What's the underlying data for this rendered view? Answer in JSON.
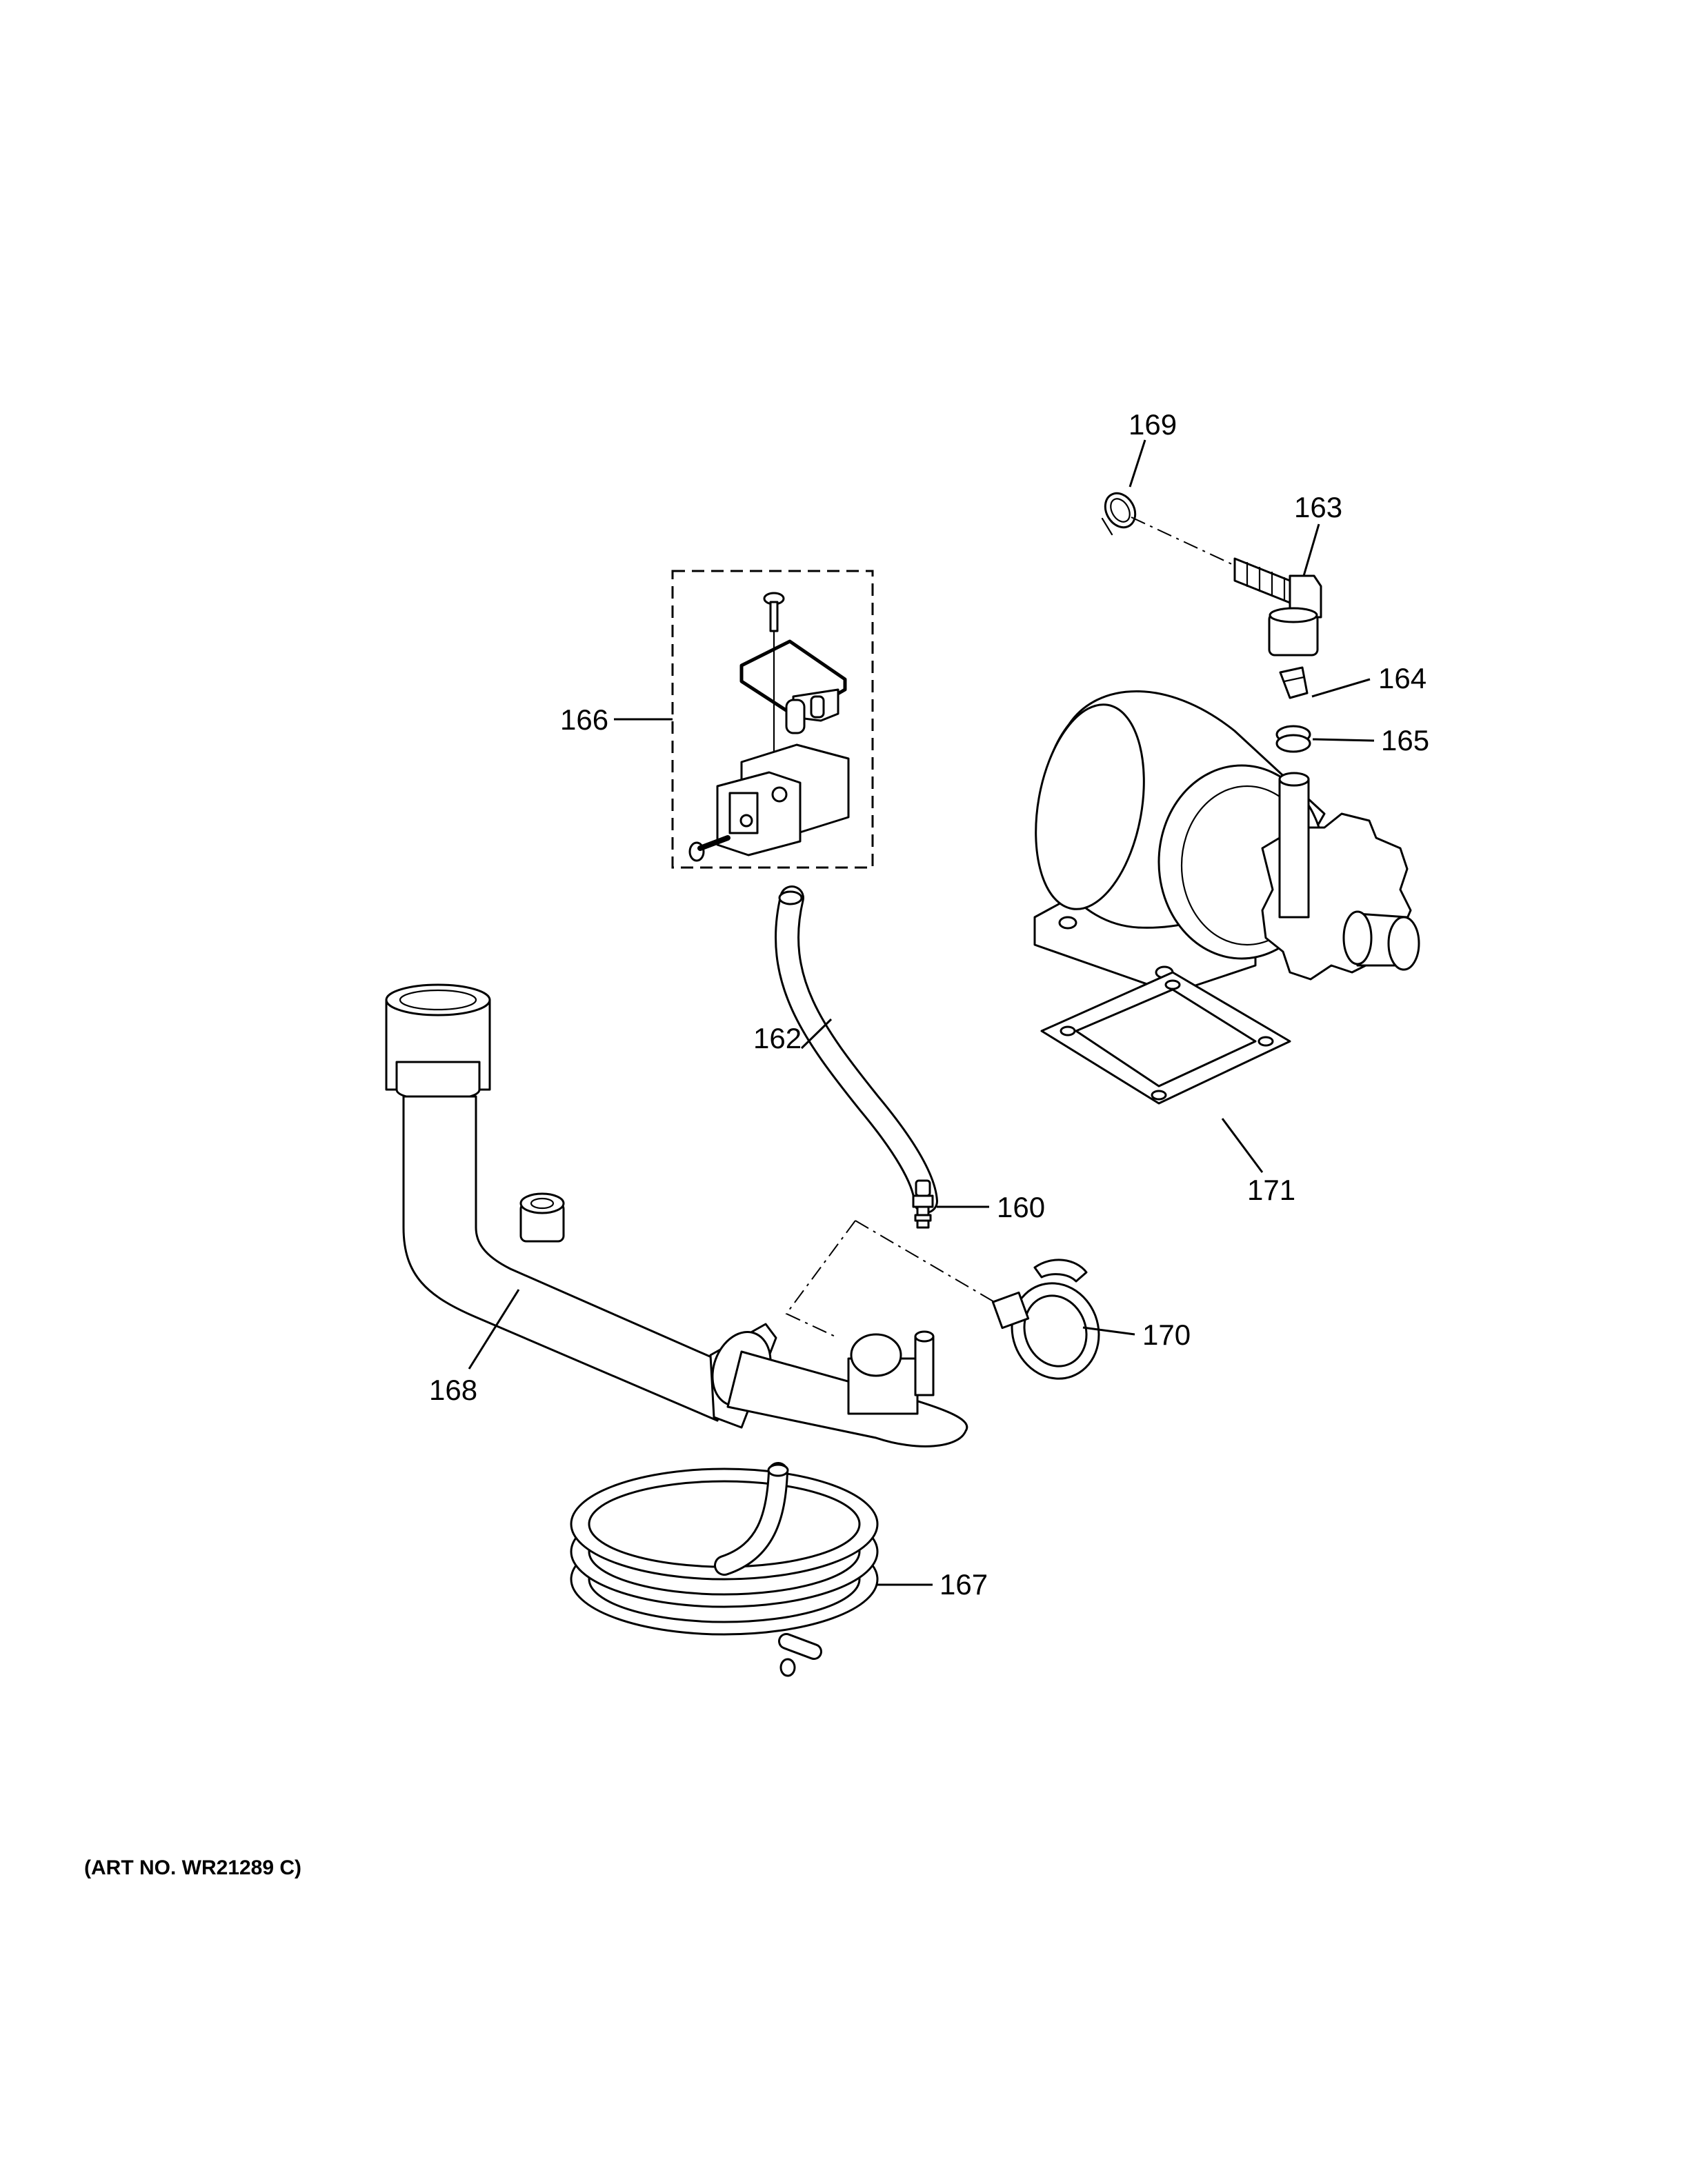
{
  "callouts": {
    "p160": "160",
    "p162": "162",
    "p163": "163",
    "p164": "164",
    "p165": "165",
    "p166": "166",
    "p167": "167",
    "p168": "168",
    "p169": "169",
    "p170": "170",
    "p171": "171"
  },
  "art_number": "(ART NO. WR21289 C)"
}
